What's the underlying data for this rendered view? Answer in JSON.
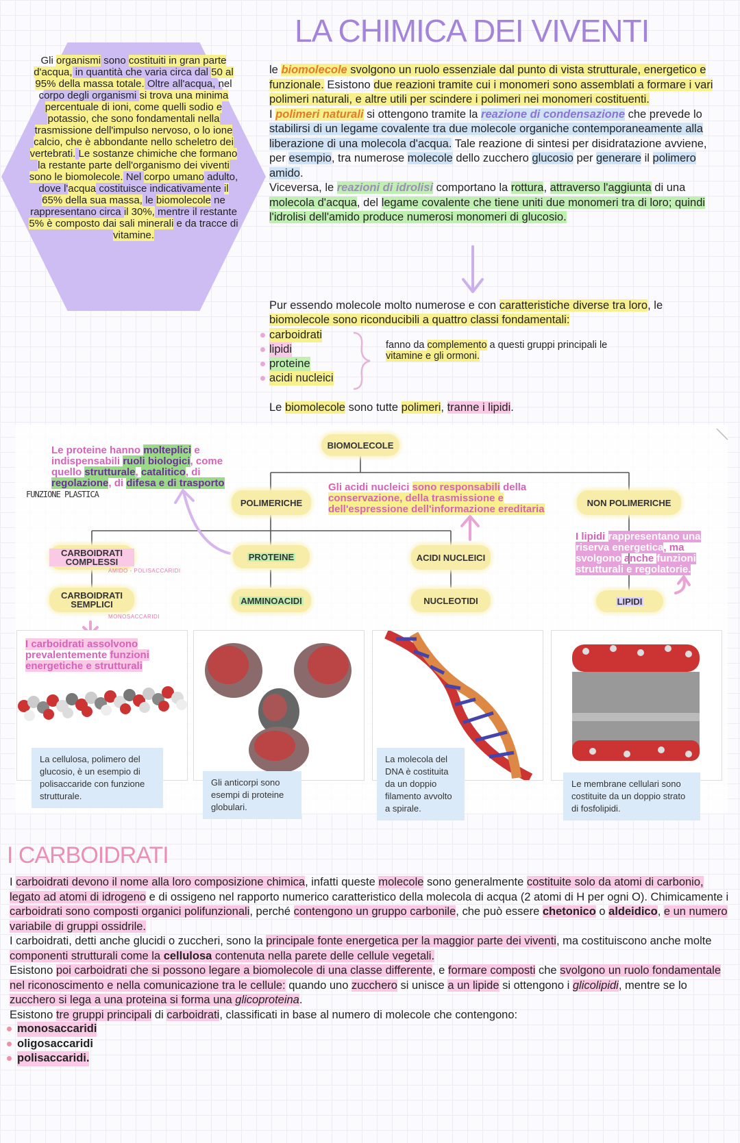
{
  "title": "LA CHIMICA DEI VIVENTI",
  "hexagon": {
    "t01": "Gli ",
    "t02": "organismi",
    "t03": " sono ",
    "t04": "costituiti in gran parte d'acqua,",
    "t05": " in quantità che varia circa dal ",
    "t06": "50 al 95% della massa totale.",
    "t07": " Oltre all'acqua, nel corpo degli organismi ",
    "t08": "si trova una minima percentuale di ioni, come quelli sodio e potassio, che sono fondamentali nella trasmissione dell'impulso nervoso, o lo ione calcio, che è abbondante nello scheletro dei vertebrati.",
    "t09": " ",
    "t10": "Le sostanze chimiche che formano la restante parte dell'organismo dei viventi sono le biomolecole.",
    "t11": " Nel ",
    "t12": "corpo umano",
    "t13": " adulto, dove l'",
    "t14": "acqua",
    "t15": " costituisce indicativamente ",
    "t16": "il 65% della sua massa,",
    "t17": " le ",
    "t18": "biomolecole",
    "t19": " ne rappresentano circa ",
    "t20": "il 30%,",
    "t21": " mentre il restante ",
    "t22": "5% è composto dai sali minerali",
    "t23": " e da tracce di ",
    "t24": "vitamine."
  },
  "intro": {
    "p01": "le ",
    "p02": "biomolecole",
    "p03": " svolgono un ruolo essenziale dal punto di vista strutturale, energetico e funzionale.",
    "p04": " Esistono ",
    "p05": "due reazioni tramite cui i monomeri sono assemblati a formare i vari polimeri naturali, e altre utili per scindere i polimeri nei monomeri costituenti.",
    "p06": "I ",
    "p07": "polimeri naturali",
    "p08": " si ottengono tramite la ",
    "p09": "reazione di condensazione",
    "p10": " che prevede lo ",
    "p11": "stabilirsi di un legame covalente tra due molecole organiche contemporaneamente alla liberazione di una molecola d'acqua.",
    "p12": " Tale reazione di sintesi per disidratazione avviene, per ",
    "p13": "esempio",
    "p14": ", tra numerose ",
    "p15": "molecole",
    "p16": " dello zucchero ",
    "p17": "glucosio",
    "p18": " per ",
    "p19": "generare",
    "p20": " il ",
    "p21": "polimero amido",
    "p22": ".",
    "p23": "Viceversa, le ",
    "p24": "reazioni di idrolisi",
    "p25": " comportano la ",
    "p26": "rottura",
    "p27": ", ",
    "p28": "attraverso l'aggiunta",
    "p29": " di una ",
    "p30": "molecola d'acqua",
    "p31": ", del ",
    "p32": "legame covalente che tiene uniti due monomeri tra di loro; quindi l'idrolisi dell'amido produce numerosi monomeri di glucosio."
  },
  "classes": {
    "c01": "Pur essendo molecole molto numerose e con ",
    "c02": "caratteristiche diverse tra loro",
    "c03": ", le ",
    "c04": "biomolecole sono riconducibili a quattro classi fondamentali:",
    "items": [
      "carboidrati",
      "lipidi",
      "proteine",
      "acidi nucleici"
    ],
    "complement_1": "fanno da ",
    "complement_2": "complemento",
    "complement_3": " a questi gruppi principali le ",
    "complement_4": "vitamine e gli ormoni.",
    "poly_1": "Le ",
    "poly_2": "biomolecole",
    "poly_3": " sono tutte ",
    "poly_4": "polimeri",
    "poly_5": ", ",
    "poly_6": "tranne i lipidi",
    "poly_7": "."
  },
  "diagram": {
    "root": "BIOMOLECOLE",
    "polimeriche": "POLIMERICHE",
    "non_polimeriche": "NON POLIMERICHE",
    "carboidrati_complessi": "CARBOIDRATI COMPLESSI",
    "proteine": "PROTEINE",
    "acidi_nucleici": "ACIDI NUCLEICI",
    "carboidrati_semplici": "CARBOIDRATI SEMPLICI",
    "amminoacidi": "AMMINOACIDI",
    "nucleotidi": "NUCLEOTIDI",
    "lipidi": "LIPIDI",
    "note_amido": "AMIDO - POLISACCARIDI",
    "note_mono": "MONOSACCARIDI",
    "funzione": "FUNZIONE PLASTICA",
    "prot_1": "Le proteine hanno ",
    "prot_2": "molteplici",
    "prot_3": " e indispensabili ",
    "prot_4": "ruoli biologici",
    "prot_5": ", come quello ",
    "prot_6": "strutturale",
    "prot_7": ", ",
    "prot_8": "catalitico",
    "prot_9": ", di ",
    "prot_10": "regolazione",
    "prot_11": ", di ",
    "prot_12": "difesa e di trasporto",
    "acid_1": "Gli acidi nucleici ",
    "acid_2": "sono responsabili",
    "acid_3": " della ",
    "acid_4": "conservazione",
    "acid_5": ", della trasmissione e dell'espressione dell'informazione ereditaria",
    "lip_1": "I lipidi ",
    "lip_2": "rappresentano una riserva energetica",
    "lip_3": ", ma ",
    "lip_4": "svolgono",
    "lip_5": " anche ",
    "lip_6": "funzioni strutturali",
    "lip_7": " e regolatorie.",
    "carb_1": "I carboidrati assolvono ",
    "carb_2": "prevalentemente",
    "carb_3": " ",
    "carb_4": "funzioni",
    "carb_5": " energetiche e strutturali",
    "cap_cellulosa": "La cellulosa, polimero del glucosio, è un esempio di polisaccaride con funzione strutturale.",
    "cap_anticorpi": "Gli anticorpi sono esempi di proteine globulari.",
    "cap_dna": "La molecola del DNA è costituita da un doppio filamento avvolto a spirale.",
    "cap_membrane": "Le membrane cellulari sono costituite da un doppio strato di fosfolipidi."
  },
  "carboidrati": {
    "title": "I CARBOIDRATI",
    "k01": "I ",
    "k02": "carboidrati devono il nome alla loro composizione chimica",
    "k03": ", infatti queste ",
    "k04": "molecole",
    "k05": " sono generalmente ",
    "k06": "costituite solo da atomi di carbonio, legato ad atomi di idrogeno",
    "k07": " e di ossigeno nel rapporto numerico caratteristico della molecola di acqua (2 atomi di H per ogni O). Chimicamente i ",
    "k08": "carboidrati sono composti organici polifunzionali",
    "k09": ", perché ",
    "k10": "contengono un gruppo carbonile",
    "k11": ", che può essere ",
    "k12": "chetonico",
    "k13": " o ",
    "k14": "aldeidico",
    "k15": ", ",
    "k16": "e un numero variabile di gruppi ossidrile.",
    "k17": "I carboidrati, detti anche glucidi o zuccheri, sono la ",
    "k18": "principale fonte energetica per la maggior parte dei viventi",
    "k19": ", ma costituiscono anche molte ",
    "k20": "componenti strutturali come la ",
    "k21": "cellulosa",
    "k22": " contenuta nella parete delle cellule vegetali.",
    "k23": "Esistono ",
    "k24": "poi carboidrati che si possono legare a biomolecole di una classe differente",
    "k25": ", e ",
    "k26": "formare composti",
    "k27": " che ",
    "k28": "svolgono un ruolo fondamentale nel riconoscimento e nella comunicazione tra le cellule:",
    "k29": " quando uno ",
    "k30": "zucchero",
    "k31": " si unisce ",
    "k32": "a un lipide",
    "k33": " si ottengono i ",
    "k34": "glicolipidi",
    "k35": ", mentre se lo ",
    "k36": "zucchero si lega a una proteina si forma una ",
    "k37": "glicoproteina",
    "k38": ".",
    "k39": "Esistono ",
    "k40": "tre gruppi principali",
    "k41": " di ",
    "k42": "carboidrati",
    "k43": ", classificati in base al numero di molecole che contengono:",
    "list": [
      "monosaccaridi",
      "oligosaccaridi",
      "polisaccaridi."
    ]
  },
  "colors": {
    "title_lavender": "#a484d8",
    "hex_fill": "#cdbdf3",
    "node_yellow": "#f7eca8",
    "pink_title": "#ea8fb8"
  }
}
